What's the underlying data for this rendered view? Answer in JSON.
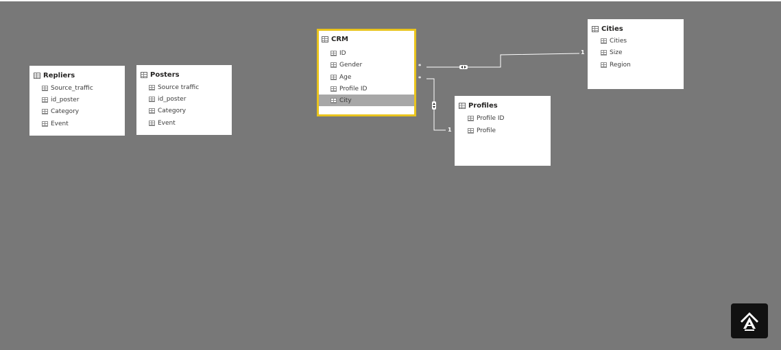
{
  "tables": [
    {
      "name": "Repliers",
      "fields": [
        "Source_traffic",
        "id_poster",
        "Category",
        "Event"
      ]
    },
    {
      "name": "Posters",
      "fields": [
        "Source traffic",
        "id_poster",
        "Category",
        "Event"
      ]
    },
    {
      "name": "CRM",
      "fields": [
        "ID",
        "Gender",
        "Age",
        "Profile ID",
        "City"
      ],
      "selected": true,
      "highlighted_field": "City"
    },
    {
      "name": "Cities",
      "fields": [
        "Cities",
        "Size",
        "Region"
      ]
    },
    {
      "name": "Profiles",
      "fields": [
        "Profile ID",
        "Profile"
      ]
    }
  ],
  "relationships": [
    {
      "from": "CRM",
      "to": "Cities",
      "from_cardinality": "*",
      "to_cardinality": "1",
      "direction": "both"
    },
    {
      "from": "CRM",
      "to": "Profiles",
      "from_cardinality": "*",
      "to_cardinality": "1",
      "direction": "both"
    }
  ],
  "colors": {
    "canvas": "#787878",
    "card": "#ffffff",
    "selected_border": "#e9c41d",
    "highlight_row": "#a7a7a7"
  },
  "logo": {
    "icon": "brand-logo-icon"
  }
}
